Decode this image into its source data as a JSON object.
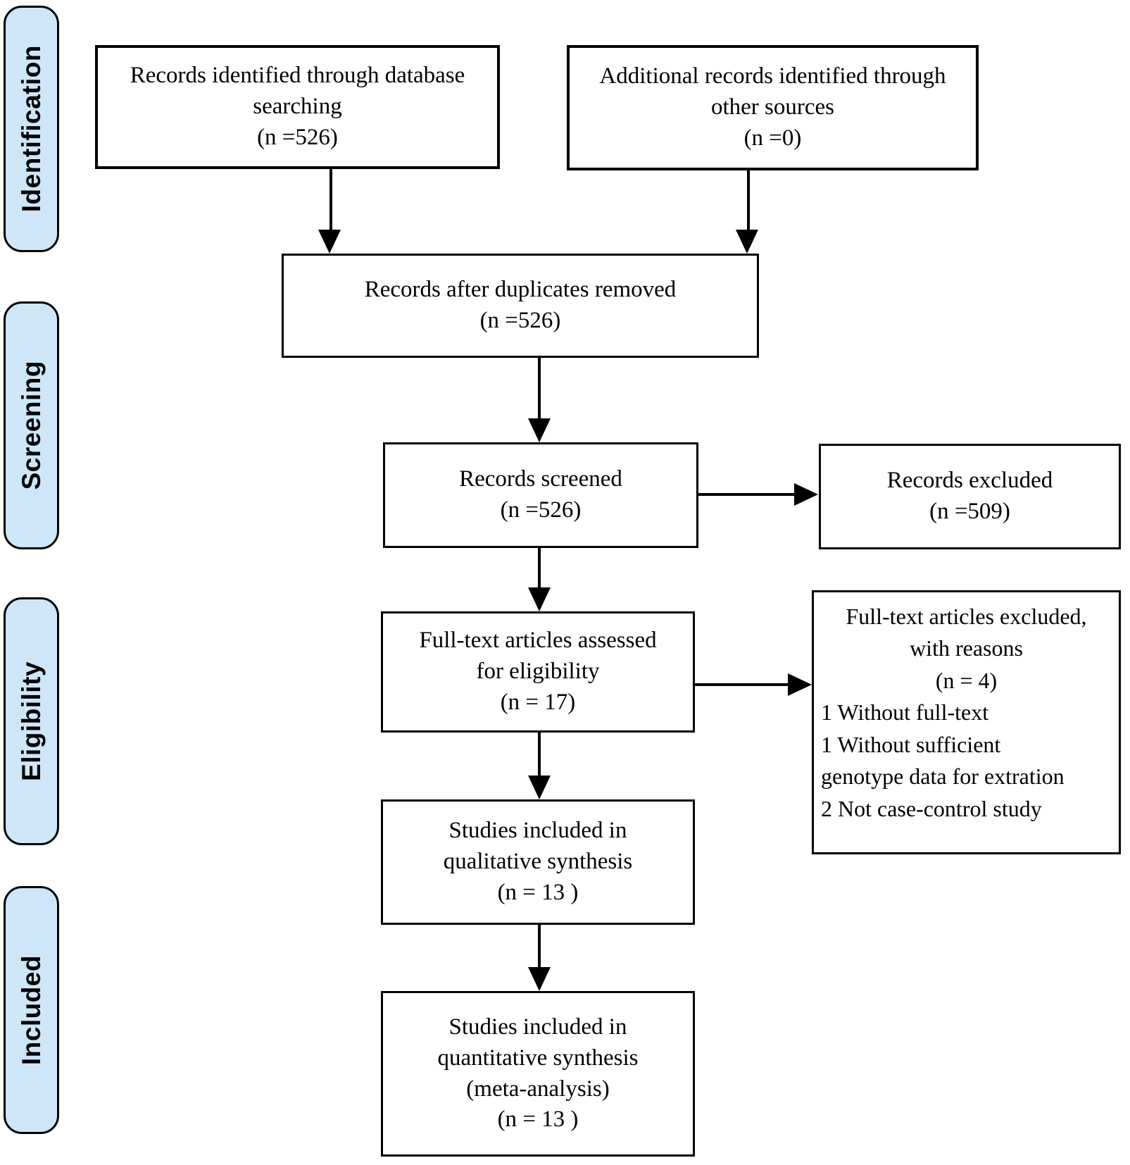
{
  "diagram": {
    "type": "prisma-flow-diagram",
    "colors": {
      "phase_bar_fill": "#cee7f8",
      "phase_bar_border": "#000000",
      "box_border": "#000000",
      "box_fill": "#ffffff",
      "text": "#000000"
    },
    "sidebar": {
      "items": [
        {
          "label": "Identification"
        },
        {
          "label": "Screening"
        },
        {
          "label": "Eligibility"
        },
        {
          "label": "Included"
        }
      ]
    },
    "boxes": {
      "identified": {
        "text": "Records identified through database\nsearching\n(n =526)",
        "n": 526
      },
      "additional": {
        "text": "Additional records identified through\nother sources\n(n =0)",
        "n": 0
      },
      "deduplicated": {
        "text": "Records after duplicates removed\n(n =526)",
        "n": 526
      },
      "screened": {
        "text": "Records screened\n(n =526)",
        "n": 526
      },
      "records_excluded": {
        "text": "Records excluded\n(n =509)",
        "n": 509
      },
      "fulltext_assessed": {
        "text": "Full-text articles assessed\nfor eligibility\n(n = 17)",
        "n": 17
      },
      "fulltext_excluded": {
        "header": "Full-text articles excluded,\nwith reasons\n(n = 4)",
        "reasons": "1 Without full-text\n1 Without sufficient\ngenotype data for extration\n2 Not case-control study",
        "n": 4
      },
      "qualitative": {
        "text": "Studies included in\nqualitative synthesis\n(n = 13 )",
        "n": 13
      },
      "quantitative": {
        "text": "Studies included in\nquantitative synthesis\n(meta-analysis)\n(n = 13 )",
        "n": 13
      }
    }
  }
}
